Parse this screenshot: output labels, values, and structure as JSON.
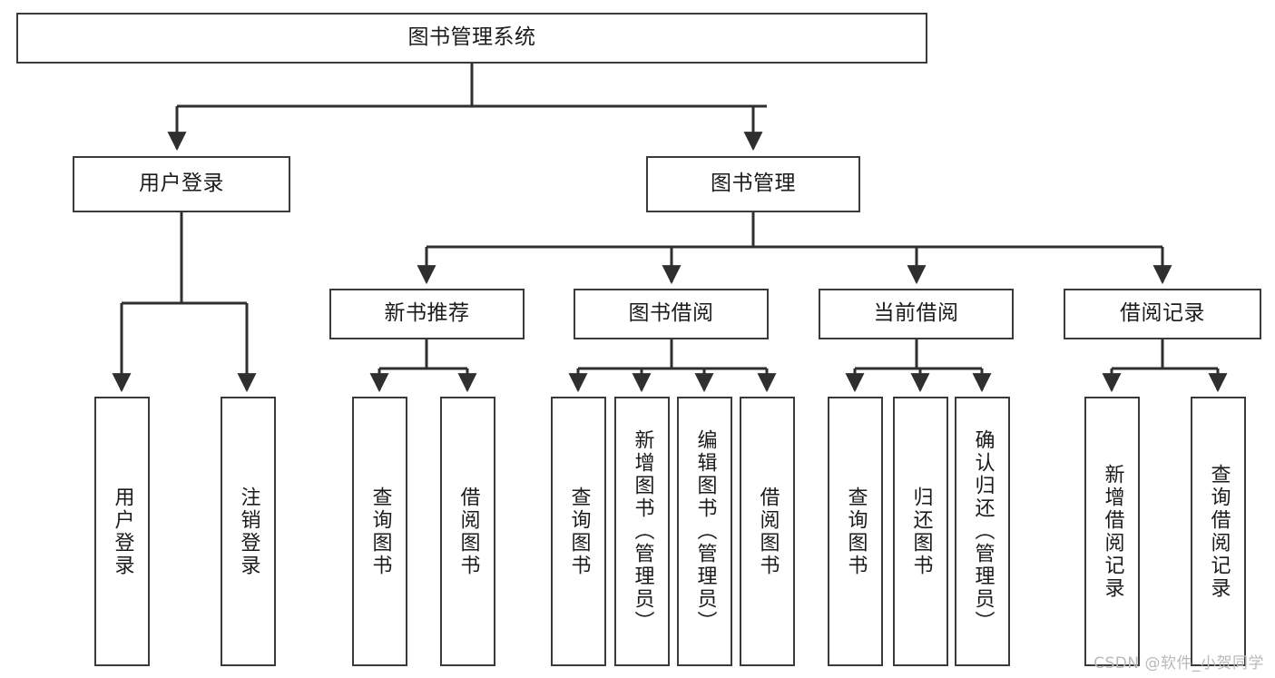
{
  "diagram": {
    "type": "tree",
    "title": "图书管理系统",
    "watermark": "CSDN @软件_小贺同学",
    "colors": {
      "box_border": "#3a3a3a",
      "box_fill": "#ffffff",
      "connector": "#2f2f2f",
      "text": "#1b1b1b",
      "watermark": "#b9b9b9"
    },
    "levels": {
      "root": {
        "label": "图书管理系统"
      },
      "level2": [
        {
          "label": "用户登录"
        },
        {
          "label": "图书管理"
        }
      ],
      "level3": [
        {
          "label": "新书推荐"
        },
        {
          "label": "图书借阅"
        },
        {
          "label": "当前借阅"
        },
        {
          "label": "借阅记录"
        }
      ],
      "leaves": [
        {
          "label": "用户登录",
          "parent": "用户登录"
        },
        {
          "label": "注销登录",
          "parent": "用户登录"
        },
        {
          "label": "查询图书",
          "parent": "新书推荐"
        },
        {
          "label": "借阅图书",
          "parent": "新书推荐"
        },
        {
          "label": "查询图书",
          "parent": "图书借阅"
        },
        {
          "label": "新增图书（管理员）",
          "parent": "图书借阅"
        },
        {
          "label": "编辑图书（管理员）",
          "parent": "图书借阅"
        },
        {
          "label": "借阅图书",
          "parent": "图书借阅"
        },
        {
          "label": "查询图书",
          "parent": "当前借阅"
        },
        {
          "label": "归还图书",
          "parent": "当前借阅"
        },
        {
          "label": "确认归还（管理员）",
          "parent": "当前借阅"
        },
        {
          "label": "新增借阅记录",
          "parent": "借阅记录"
        },
        {
          "label": "查询借阅记录",
          "parent": "借阅记录"
        }
      ]
    }
  }
}
